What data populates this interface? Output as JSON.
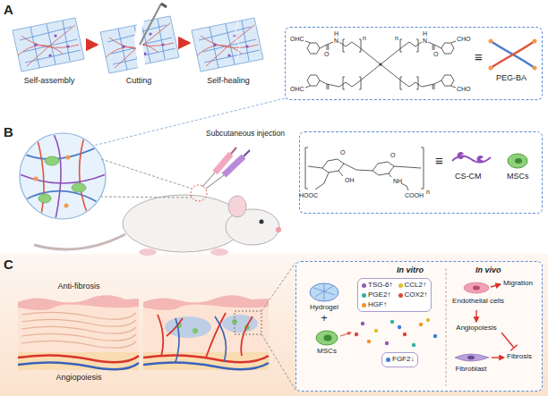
{
  "diagram": {
    "nodes": [
      {
        "text": [
          "PEG-BA"
        ]
      },
      {
        "text": [
          "CS-CM",
          "MSCs"
        ]
      },
      {
        "text": [
          "In vitro",
          "In vivo"
        ]
      },
      {
        "text": [
          "TSG-6↑",
          "CCL2↑",
          "PGE2↑",
          "COX2↑",
          "HGF↑"
        ],
        "in": 2
      },
      {
        "text": [
          "FGF2↓"
        ],
        "in": 2
      }
    ],
    "labels": [
      "A",
      "Self-assembly",
      "Cutting",
      "Self-healing",
      "OHC",
      "O",
      "H",
      "N",
      "n",
      "n",
      "H",
      "N",
      "O",
      "CHO",
      "OHC",
      "CHO",
      "≡",
      "B",
      "Subcutaneous injection",
      "O",
      "O",
      "HOOC",
      "OH",
      "NH",
      "COOH",
      "n",
      "≡",
      "C",
      "Anti-fibrosis",
      "Angiopoiesis",
      "Hydrogel",
      "+",
      "MSCs",
      "Endothelial cells",
      "Migration",
      "Angiopoiesis",
      "Fibroblast",
      "Fibrosis"
    ]
  }
}
